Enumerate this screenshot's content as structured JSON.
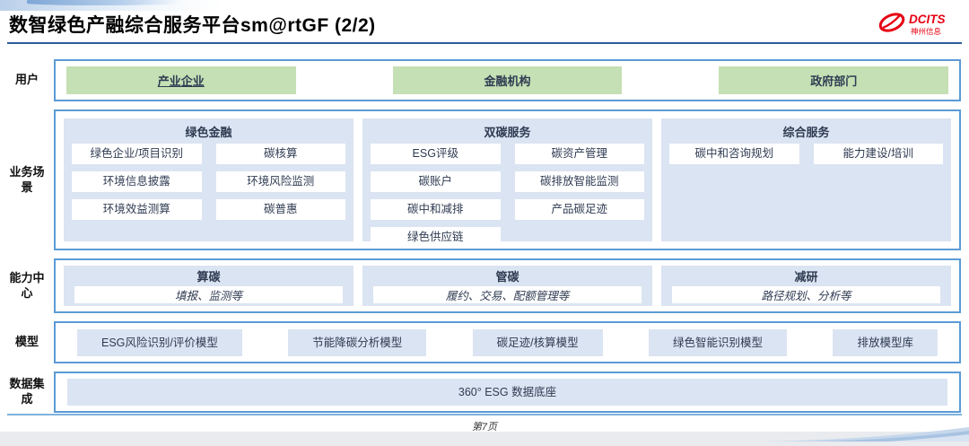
{
  "header": {
    "title": "数智绿色产融综合服务平台sm@rtGF (2/2)",
    "logo": {
      "name": "DCITS",
      "subname": "神州信息",
      "color": "#e60012"
    }
  },
  "rows": {
    "users": {
      "label": "用户",
      "items": [
        "产业企业",
        "金融机构",
        "政府部门"
      ]
    },
    "scenarios": {
      "label": "业务场景",
      "columns": [
        {
          "title": "绿色金融",
          "items": [
            "绿色企业/项目识别",
            "碳核算",
            "环境信息披露",
            "环境风险监测",
            "环境效益测算",
            "碳普惠"
          ]
        },
        {
          "title": "双碳服务",
          "items": [
            "ESG评级",
            "碳资产管理",
            "碳账户",
            "碳排放智能监测",
            "碳中和减排",
            "产品碳足迹",
            "绿色供应链"
          ]
        },
        {
          "title": "综合服务",
          "items": [
            "碳中和咨询规划",
            "能力建设/培训"
          ]
        }
      ]
    },
    "capabilities": {
      "label": "能力中心",
      "columns": [
        {
          "title": "算碳",
          "detail": "填报、监测等"
        },
        {
          "title": "管碳",
          "detail": "履约、交易、配额管理等"
        },
        {
          "title": "减研",
          "detail": "路径规划、分析等"
        }
      ]
    },
    "models": {
      "label": "模型",
      "items": [
        "ESG风险识别/评价模型",
        "节能降碳分析模型",
        "碳足迹/核算模型",
        "绿色智能识别模型",
        "排放模型库"
      ]
    },
    "data_integration": {
      "label": "数据集成",
      "items": [
        "360° ESG 数据底座"
      ]
    }
  },
  "footer": {
    "page_number": "第7页"
  },
  "colors": {
    "row_border": "#5b9bd5",
    "section_fill": "#dbe4f2",
    "user_fill": "#c5e0b4",
    "title_rule": "#2e5c9a",
    "logo_red": "#e60012"
  }
}
